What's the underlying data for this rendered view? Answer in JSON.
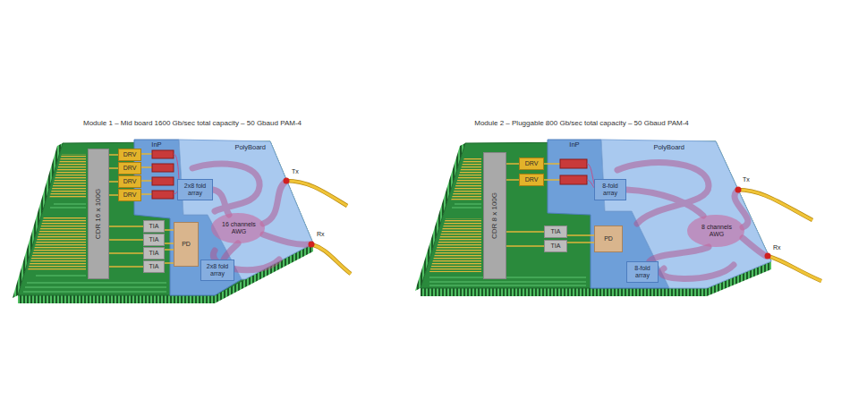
{
  "diagram": {
    "nodes": [
      {
        "text": [
          "Module 1 – Mid board 1600 Gb/sec total capacity – 50 Gbaud PAM-4"
        ]
      },
      {
        "text": [
          "CDR 16 x 100G"
        ],
        "in": 0
      },
      {
        "text": [
          "DRV"
        ],
        "in": 0
      },
      {
        "text": [
          "DRV"
        ],
        "in": 0
      },
      {
        "text": [
          "DRV"
        ],
        "in": 0
      },
      {
        "text": [
          "DRV"
        ],
        "in": 0
      },
      {
        "text": [
          "InP"
        ],
        "in": 0
      },
      {
        "text": [
          "PolyBoard"
        ],
        "in": 0
      },
      {
        "text": [
          "2x8 fold array"
        ],
        "in": 0
      },
      {
        "text": [
          "TIA"
        ],
        "in": 0
      },
      {
        "text": [
          "TIA"
        ],
        "in": 0
      },
      {
        "text": [
          "TIA"
        ],
        "in": 0
      },
      {
        "text": [
          "TIA"
        ],
        "in": 0
      },
      {
        "text": [
          "PD"
        ],
        "in": 0
      },
      {
        "text": [
          "2x8 fold array"
        ],
        "in": 0
      },
      {
        "text": [
          "16 channels AWG"
        ],
        "in": 7
      },
      {
        "text": [
          "Module 2 – Pluggable 800 Gb/sec total capacity – 50 Gbaud PAM-4"
        ]
      },
      {
        "text": [
          "CDR 8 x 100G"
        ],
        "in": 16
      },
      {
        "text": [
          "DRV"
        ],
        "in": 16
      },
      {
        "text": [
          "DRV"
        ],
        "in": 16
      },
      {
        "text": [
          "InP"
        ],
        "in": 16
      },
      {
        "text": [
          "PolyBoard"
        ],
        "in": 16
      },
      {
        "text": [
          "8-fold array"
        ],
        "in": 16
      },
      {
        "text": [
          "TIA"
        ],
        "in": 16
      },
      {
        "text": [
          "TIA"
        ],
        "in": 16
      },
      {
        "text": [
          "PD"
        ],
        "in": 16
      },
      {
        "text": [
          "8-fold array"
        ],
        "in": 16
      },
      {
        "text": [
          "8 channels AWG"
        ],
        "in": 21
      }
    ],
    "edges": [
      {
        "from": 1,
        "to": 2,
        "arrow": "none"
      },
      {
        "from": 1,
        "to": 3,
        "arrow": "none"
      },
      {
        "from": 1,
        "to": 4,
        "arrow": "none"
      },
      {
        "from": 1,
        "to": 5,
        "arrow": "none"
      },
      {
        "from": 1,
        "to": 9,
        "arrow": "none"
      },
      {
        "from": 1,
        "to": 10,
        "arrow": "none"
      },
      {
        "from": 1,
        "to": 11,
        "arrow": "none"
      },
      {
        "from": 1,
        "to": 12,
        "arrow": "none"
      },
      {
        "from": 9,
        "to": 13,
        "arrow": "none"
      },
      {
        "from": 10,
        "to": 13,
        "arrow": "none"
      },
      {
        "from": 11,
        "to": 13,
        "arrow": "none"
      },
      {
        "from": 12,
        "to": 13,
        "arrow": "none"
      },
      {
        "from": 17,
        "to": 18,
        "arrow": "none"
      },
      {
        "from": 17,
        "to": 19,
        "arrow": "none"
      },
      {
        "from": 17,
        "to": 23,
        "arrow": "none"
      },
      {
        "from": 17,
        "to": 24,
        "arrow": "none"
      },
      {
        "from": 23,
        "to": 25,
        "arrow": "none"
      },
      {
        "from": 24,
        "to": 25,
        "arrow": "none"
      }
    ],
    "labels": [
      "Tx",
      "Rx",
      "Tx",
      "Rx"
    ]
  }
}
